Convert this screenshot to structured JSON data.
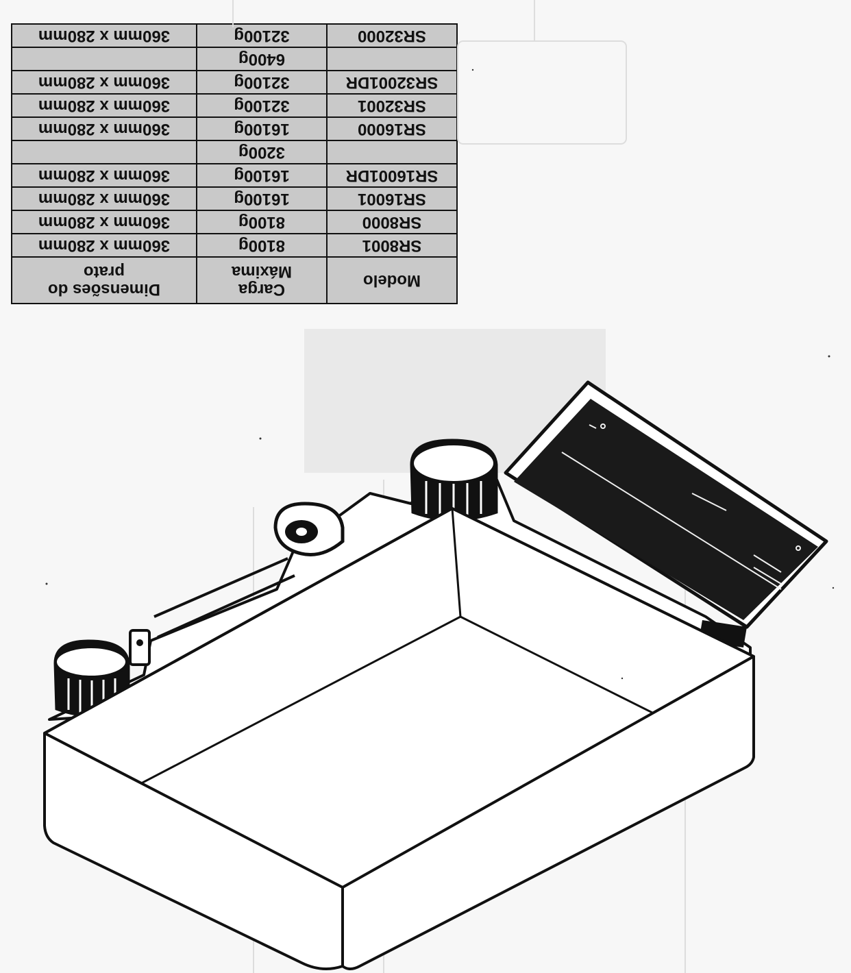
{
  "table": {
    "headers": [
      {
        "line1": "Modelo",
        "line2": ""
      },
      {
        "line1": "Carga",
        "line2": "Máxima"
      },
      {
        "line1": "Dimensões do",
        "line2": "prato"
      }
    ],
    "rows": [
      {
        "model": "SR8001",
        "load": "8100g",
        "size": "360mm x 280mm"
      },
      {
        "model": "SR8000",
        "load": "8100g",
        "size": "360mm x 280mm"
      },
      {
        "model": "SR16001",
        "load": "16100g",
        "size": "360mm x 280mm"
      },
      {
        "model": "SR16001DR",
        "load": "16100g",
        "size": "360mm x 280mm"
      },
      {
        "model": "",
        "load": "3200g",
        "size": ""
      },
      {
        "model": "SR16000",
        "load": "16100g",
        "size": "360mm x 280mm"
      },
      {
        "model": "SR32001",
        "load": "32100g",
        "size": "360mm x 280mm"
      },
      {
        "model": "SR32001DR",
        "load": "32100g",
        "size": "360mm x 280mm"
      },
      {
        "model": "",
        "load": "6400g",
        "size": ""
      },
      {
        "model": "SR32000",
        "load": "32100g",
        "size": "360mm x 280mm"
      }
    ]
  },
  "colors": {
    "paper": "#f7f7f7",
    "table_fill": "#c9c9c9",
    "ink": "#111111",
    "device_body": "#ffffff",
    "display_panel": "#1a1a1a",
    "faint_ghost": "#dcdcdc"
  },
  "illustration": {
    "subject": "scale-device-line-drawing",
    "icons": [
      "knob-icon",
      "display-panel-icon",
      "level-bubble-icon",
      "terminal-tab-icon"
    ]
  }
}
